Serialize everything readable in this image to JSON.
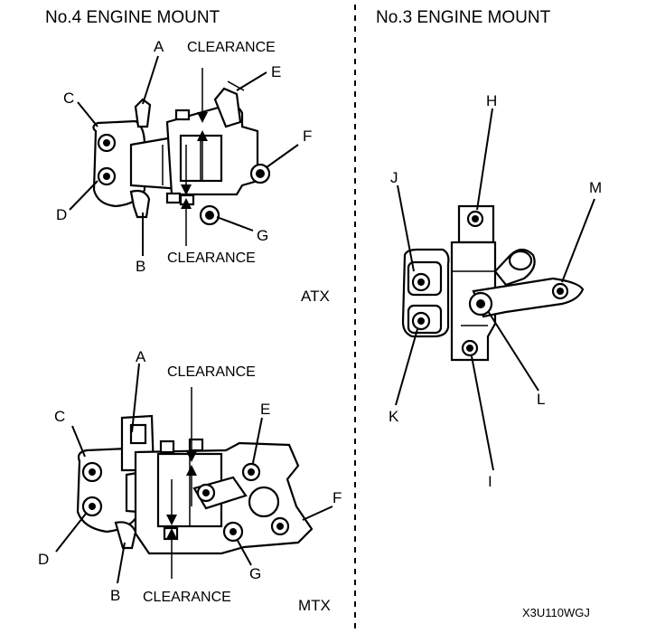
{
  "titles": {
    "left": "No.4 ENGINE MOUNT",
    "right": "No.3 ENGINE MOUNT"
  },
  "variants": {
    "atx": "ATX",
    "mtx": "MTX"
  },
  "clearance": "CLEARANCE",
  "labels": {
    "A": "A",
    "B": "B",
    "C": "C",
    "D": "D",
    "E": "E",
    "F": "F",
    "G": "G",
    "H": "H",
    "I": "I",
    "J": "J",
    "K": "K",
    "L": "L",
    "M": "M"
  },
  "figure_code": "X3U110WGJ"
}
